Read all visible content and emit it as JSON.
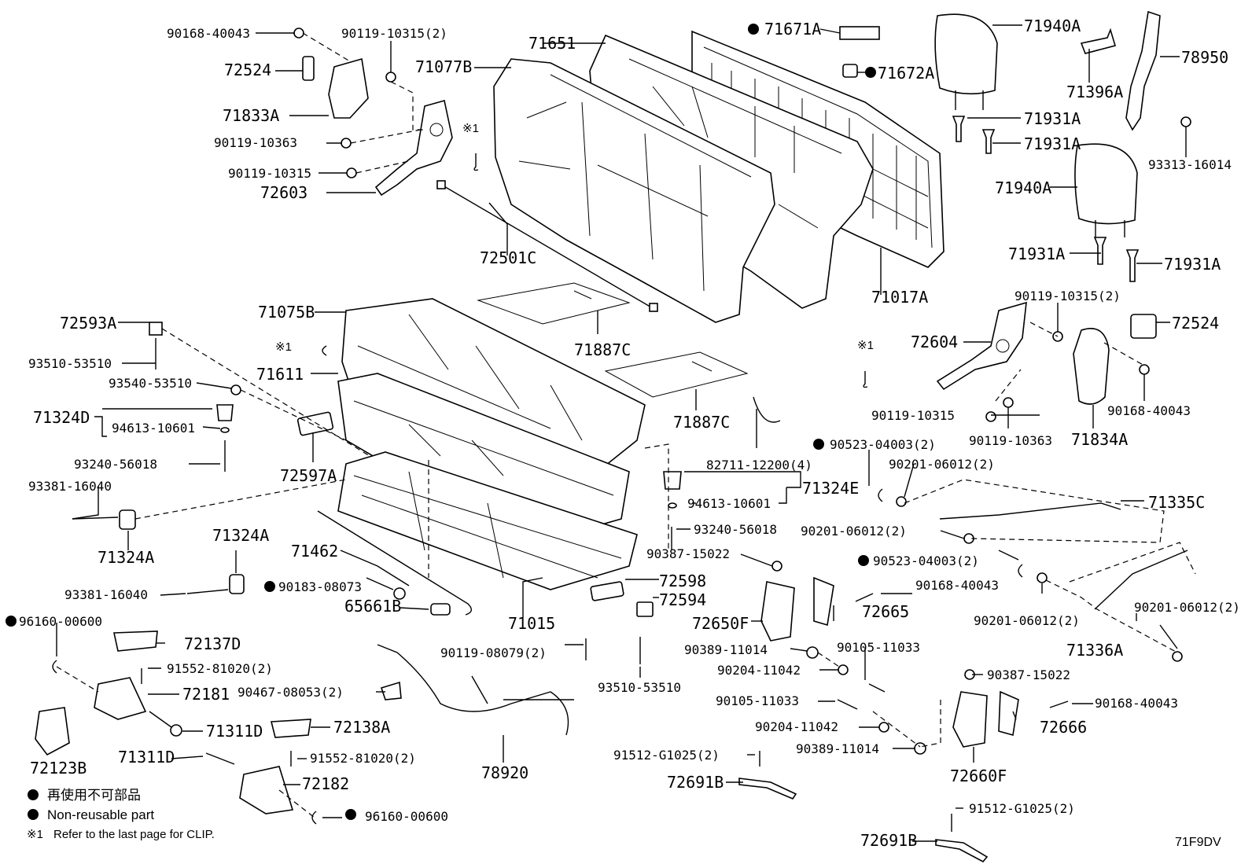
{
  "labels": {
    "p90168_40043_a": "90168-40043",
    "p90119_10315_2_a": "90119-10315(2)",
    "p72524_a": "72524",
    "p71833A": "71833A",
    "p90119_10363_a": "90119-10363",
    "p90119_10315_a": "90119-10315",
    "p72603": "72603",
    "p71077B": "71077B",
    "p71651": "71651",
    "clip1_a": "※1",
    "p72501C": "72501C",
    "p71671A": "71671A",
    "p71672A": "71672A",
    "p71940A_a": "71940A",
    "p78950": "78950",
    "p71396A": "71396A",
    "p71931A_a": "71931A",
    "p71931A_b": "71931A",
    "p93313_16014": "93313-16014",
    "p71940A_b": "71940A",
    "p71931A_c": "71931A",
    "p71931A_d": "71931A",
    "p71017A": "71017A",
    "p90119_10315_2_b": "90119-10315(2)",
    "p72524_b": "72524",
    "p72604": "72604",
    "clip1_b": "※1",
    "p90168_40043_b": "90168-40043",
    "p90119_10315_b": "90119-10315",
    "p90119_10363_b": "90119-10363",
    "p71834A": "71834A",
    "p72593A": "72593A",
    "p71075B": "71075B",
    "p71887C_a": "71887C",
    "clip1_c": "※1",
    "p93510_53510_a": "93510-53510",
    "p71611": "71611",
    "p93540_53510": "93540-53510",
    "p71887C_b": "71887C",
    "p71324D": "71324D",
    "p94613_10601_a": "94613-10601",
    "p82711_12200": "82711-12200(4)",
    "p90523_04003_a": "90523-04003(2)",
    "p93240_56018_a": "93240-56018",
    "p72597A": "72597A",
    "p90201_06012_a": "90201-06012(2)",
    "p71324E": "71324E",
    "p93381_16040_a": "93381-16040",
    "p94613_10601_b": "94613-10601",
    "p71335C": "71335C",
    "p71324A_a": "71324A",
    "p93240_56018_b": "93240-56018",
    "p90201_06012_b": "90201-06012(2)",
    "p71324A_b": "71324A",
    "p71462": "71462",
    "p90387_15022_a": "90387-15022",
    "p90523_04003_b": "90523-04003(2)",
    "p93381_16040_b": "93381-16040",
    "p90183_08073": "90183-08073",
    "p72598": "72598",
    "p90168_40043_c": "90168-40043",
    "p72594": "72594",
    "p65661B": "65661B",
    "p71015": "71015",
    "p72650F": "72650F",
    "p72665": "72665",
    "p90201_06012_c": "90201-06012(2)",
    "p90201_06012_d": "90201-06012(2)",
    "p96160_00600_a": "96160-00600",
    "p72137D": "72137D",
    "p90119_08079": "90119-08079(2)",
    "p90389_11014_a": "90389-11014",
    "p90105_11033_a": "90105-11033",
    "p71336A": "71336A",
    "p91552_81020_a": "91552-81020(2)",
    "p90204_11042_a": "90204-11042",
    "p72181": "72181",
    "p90467_08053": "90467-08053(2)",
    "p93510_53510_b": "93510-53510",
    "p90387_15022_b": "90387-15022",
    "p71311D_a": "71311D",
    "p90105_11033_b": "90105-11033",
    "p90168_40043_d": "90168-40043",
    "p72138A": "72138A",
    "p72123B": "72123B",
    "p71311D_b": "71311D",
    "p91552_81020_b": "91552-81020(2)",
    "p90204_11042_b": "90204-11042",
    "p72666": "72666",
    "p90389_11014_b": "90389-11014",
    "p91512_G1025_a": "91512-G1025(2)",
    "p72182": "72182",
    "p78920": "78920",
    "p72691B_a": "72691B",
    "p72660F": "72660F",
    "p96160_00600_b": "96160-00600",
    "p91512_G1025_b": "91512-G1025(2)",
    "p72691B_b": "72691B"
  },
  "legend": {
    "non_reusable_jp": "再使用不可部品",
    "non_reusable_en": "Non-reusable part",
    "clip_note_mark": "※1",
    "clip_note_text": "Refer to the last page for CLIP."
  },
  "diagram_code": "71F9DV"
}
